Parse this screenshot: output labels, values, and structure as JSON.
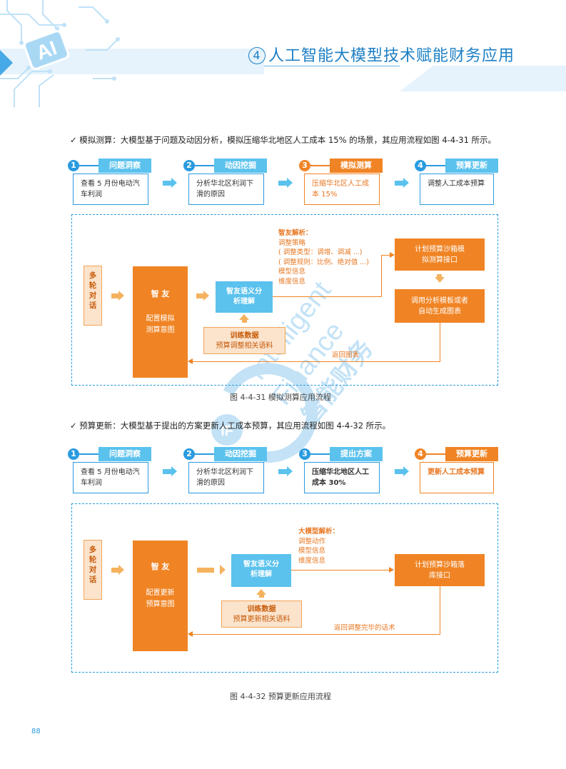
{
  "header": {
    "logo_text": "AI",
    "section_number": "4",
    "title": "人工智能大模型技术赋能财务应用"
  },
  "section1": {
    "intro": "✓ 模拟测算：大模型基于问题及动因分析，模拟压缩华北地区人工成本 15% 的场景，其应用流程如图 4-4-31 所示。",
    "steps": [
      {
        "num": "1",
        "tag": "问题洞察",
        "body": "查看 5 月份电动汽车利润"
      },
      {
        "num": "2",
        "tag": "动因挖掘",
        "body": "分析华北区利润下滑的原因"
      },
      {
        "num": "3",
        "tag": "模拟测算",
        "body": "压缩华北区人工成本 15%"
      },
      {
        "num": "4",
        "tag": "预算更新",
        "body": "调整人工成本预算"
      }
    ],
    "flow": {
      "multi_turn": "多轮对话",
      "zhiyou_title": "智 友",
      "zhiyou_body": "配置模拟测算意图",
      "semantic": "智友语义分析理解",
      "training_title": "训练数据",
      "training_body": "预算调整相关语料",
      "analysis_title": "智友解析：",
      "analysis_lines": [
        "调整策略",
        "( 调整类型：调增、调减 ...)",
        "( 调整规则：比例、绝对值 ...)",
        "模型信息",
        "维度信息"
      ],
      "sandbox": "计划预算沙箱模拟测算接口",
      "chart": "调用分析模板或者自动生成图表",
      "return": "返回图表"
    },
    "caption": "图 4-4-31 模拟测算应用流程"
  },
  "section2": {
    "intro": "✓ 预算更新：大模型基于提出的方案更新人工成本预算，其应用流程如图 4-4-32 所示。",
    "steps": [
      {
        "num": "1",
        "tag": "问题洞察",
        "body": "查看 5 月份电动汽车利润"
      },
      {
        "num": "2",
        "tag": "动因挖掘",
        "body": "分析华北区利润下滑的原因"
      },
      {
        "num": "3",
        "tag": "提出方案",
        "body": "压缩华北地区人工成本 30%"
      },
      {
        "num": "4",
        "tag": "预算更新",
        "body": "更新人工成本预算"
      }
    ],
    "flow": {
      "multi_turn": "多轮对话",
      "zhiyou_title": "智 友",
      "zhiyou_body": "配置更新预算意图",
      "semantic": "智友语义分析理解",
      "training_title": "训练数据",
      "training_body": "预算更新相关语料",
      "analysis_title": "大模型解析：",
      "analysis_lines": [
        "调整动作",
        "模型信息",
        "维度信息"
      ],
      "sandbox": "计划预算沙箱落库接口",
      "return": "返回调整完毕的话术"
    },
    "caption": "图 4-4-32 预算更新应用流程"
  },
  "watermark": {
    "line1": "Intelligent",
    "line2": "Finance",
    "cn": "智能财务"
  },
  "page_number": "88",
  "colors": {
    "blue": "#2a9be0",
    "orange": "#f08424",
    "light_blue": "#5bc2ee"
  }
}
